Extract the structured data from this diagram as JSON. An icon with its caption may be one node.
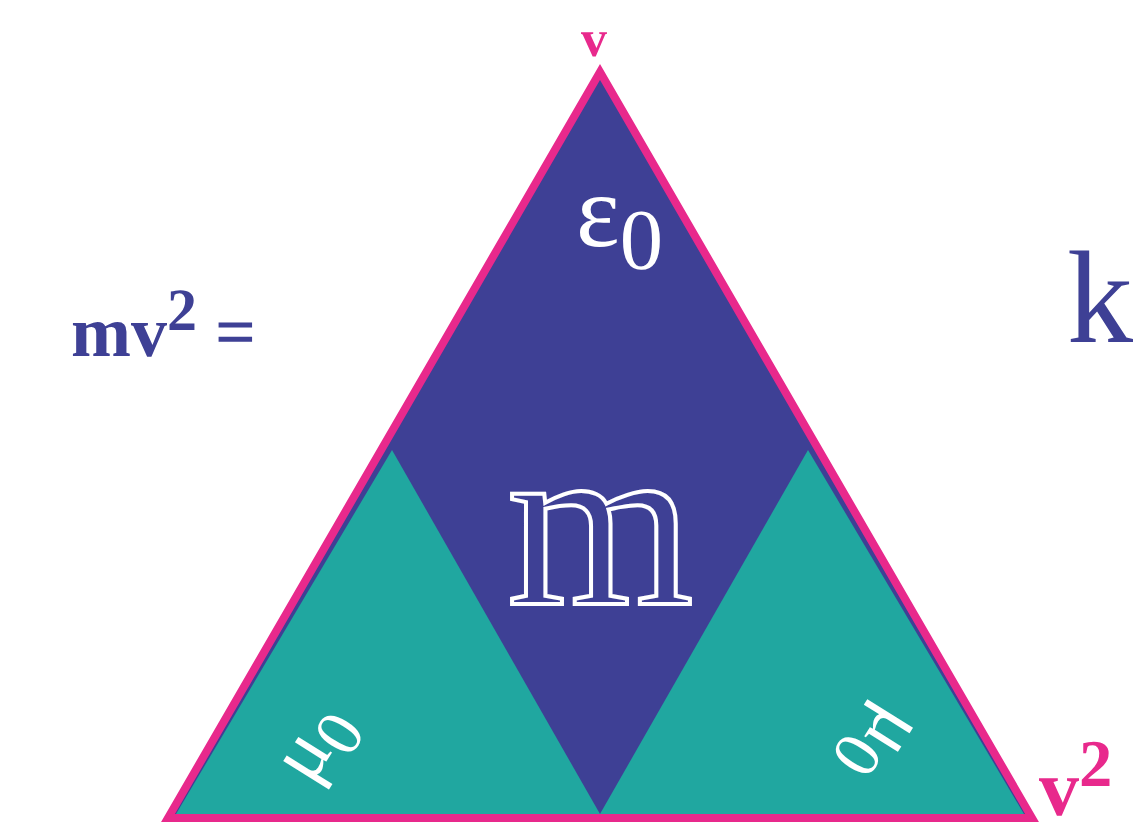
{
  "diagram": {
    "labels": [
      "v",
      "ε$_{0}$",
      "m",
      "mv$^{2}$ =",
      "k",
      "μ$_{0}$",
      "μ$_{0}$",
      "v$^{2}$"
    ]
  }
}
